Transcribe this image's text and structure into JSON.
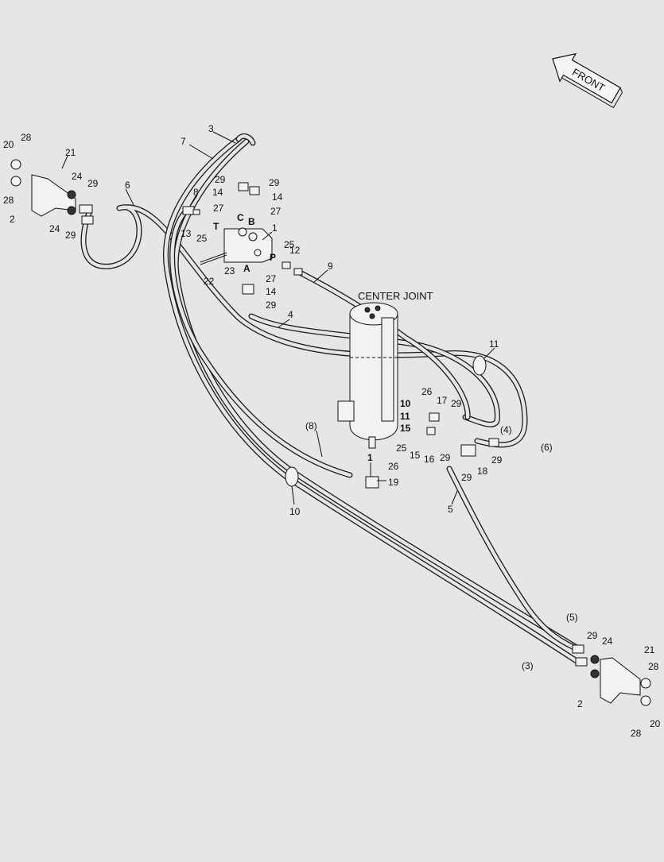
{
  "labels": {
    "front": "FRONT",
    "center_joint": "CENTER JOINT",
    "port_t": "T",
    "port_c": "C",
    "port_b": "B",
    "port_a": "A",
    "port_p": "P",
    "n1": "1",
    "n1_bottom": "1",
    "n2_left": "2",
    "n2_right": "2",
    "n3": "3",
    "n3_paren": "(3)",
    "n4": "4",
    "n4_paren": "(4)",
    "n5": "5",
    "n5_paren": "(5)",
    "n6": "6",
    "n6_paren": "(6)",
    "n7": "7",
    "n8": "8",
    "n8_paren": "(8)",
    "n9": "9",
    "n10_cj": "10",
    "n10_clamp": "10",
    "n11_cj": "11",
    "n11_clamp": "11",
    "n12": "12",
    "n13": "13",
    "n14_a": "14",
    "n14_b": "14",
    "n14_c": "14",
    "n15_cj": "15",
    "n15": "15",
    "n16": "16",
    "n17": "17",
    "n18": "18",
    "n19": "19",
    "n20_left": "20",
    "n20_right": "20",
    "n21_left": "21",
    "n21_right": "21",
    "n22": "22",
    "n23": "23",
    "n24_a": "24",
    "n24_b": "24",
    "n24_right": "24",
    "n25_a": "25",
    "n25_b": "25",
    "n25_c": "25",
    "n26_a": "26",
    "n26_b": "26",
    "n27_a": "27",
    "n27_b": "27",
    "n27_c": "27",
    "n28_a": "28",
    "n28_b": "28",
    "n28_c": "28",
    "n28_d": "28",
    "n29_a": "29",
    "n29_b": "29",
    "n29_c": "29",
    "n29_d": "29",
    "n29_e": "29",
    "n29_f": "29",
    "n29_g": "29",
    "n29_h": "29",
    "n29_i": "29"
  }
}
